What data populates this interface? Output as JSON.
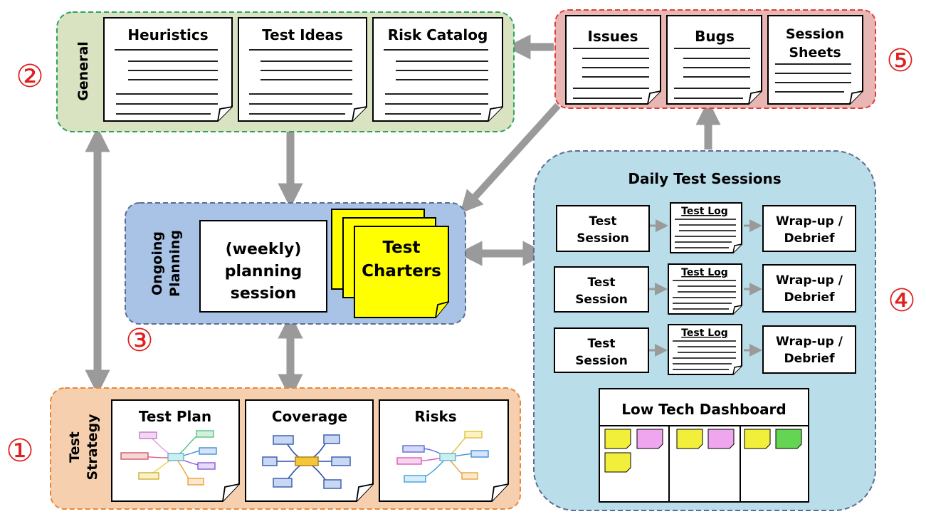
{
  "colors": {
    "general_fill": "#d9e2c1",
    "general_border": "#2fa35e",
    "issues_fill": "#e8b7b4",
    "issues_border": "#e23b3b",
    "planning_fill": "#a8c3e6",
    "planning_border": "#5a6e92",
    "daily_fill": "#b9dde9",
    "daily_border": "#5a6e92",
    "strategy_fill": "#f6cfae",
    "strategy_border": "#e58a3a",
    "arrow": "#9a9a9a",
    "marker": "#e02020",
    "charter_fill": "#ffff00",
    "sticky_yellow": "#f2ef3a",
    "sticky_pink": "#efa6ef",
    "sticky_green": "#63d552"
  },
  "markers": {
    "m1": "①",
    "m2": "②",
    "m3": "③",
    "m4": "④",
    "m5": "⑤"
  },
  "general": {
    "label": "General",
    "docs": [
      "Heuristics",
      "Test Ideas",
      "Risk Catalog"
    ]
  },
  "issues": {
    "docs": [
      {
        "line1": "Issues",
        "line2": ""
      },
      {
        "line1": "Bugs",
        "line2": ""
      },
      {
        "line1": "Session",
        "line2": "Sheets"
      }
    ]
  },
  "planning": {
    "label_line1": "Ongoing",
    "label_line2": "Planning",
    "session_lines": [
      "(weekly)",
      "planning",
      "session"
    ],
    "charters_line1": "Test",
    "charters_line2": "Charters"
  },
  "daily": {
    "title": "Daily Test Sessions",
    "rows": [
      {
        "session_line1": "Test",
        "session_line2": "Session",
        "log": "Test Log",
        "wrap_line1": "Wrap-up /",
        "wrap_line2": "Debrief"
      },
      {
        "session_line1": "Test",
        "session_line2": "Session",
        "log": "Test Log",
        "wrap_line1": "Wrap-up /",
        "wrap_line2": "Debrief"
      },
      {
        "session_line1": "Test",
        "session_line2": "Session",
        "log": "Test Log",
        "wrap_line1": "Wrap-up /",
        "wrap_line2": "Debrief"
      }
    ],
    "dashboard": {
      "title": "Low Tech Dashboard",
      "columns": [
        {
          "stickies": [
            "yellow",
            "pink",
            "yellow"
          ]
        },
        {
          "stickies": [
            "yellow",
            "pink"
          ]
        },
        {
          "stickies": [
            "yellow",
            "green"
          ]
        }
      ]
    }
  },
  "strategy": {
    "label_line1": "Test",
    "label_line2": "Strategy",
    "docs": [
      "Test Plan",
      "Coverage",
      "Risks"
    ]
  }
}
